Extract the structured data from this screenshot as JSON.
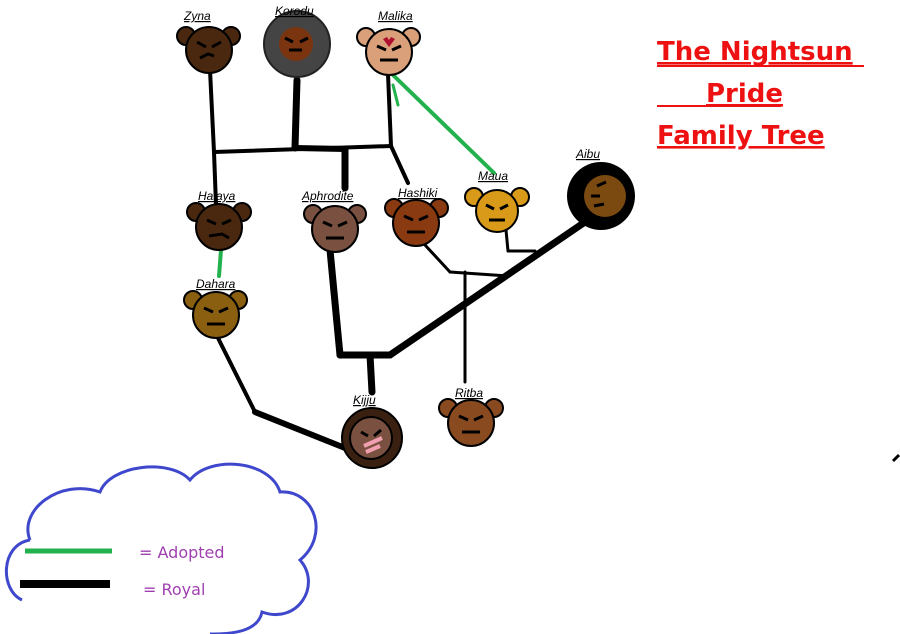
{
  "title": {
    "line1": "The Nightsun",
    "line2": "Pride",
    "line3": "Family Tree",
    "color": "#ee1111"
  },
  "members": {
    "zyna": {
      "name": "Zyna",
      "face_color": "#4a2810"
    },
    "korodu": {
      "name": "Korodu",
      "face_color": "#7a3510",
      "mane_color": "#444444"
    },
    "malika": {
      "name": "Malika",
      "face_color": "#d9a07a"
    },
    "halaya": {
      "name": "Halaya",
      "face_color": "#4a2810"
    },
    "aphrodite": {
      "name": "Aphrodite",
      "face_color": "#7a5040"
    },
    "hashiki": {
      "name": "Hashiki",
      "face_color": "#8a3a10"
    },
    "maua": {
      "name": "Maua",
      "face_color": "#d89a18"
    },
    "aibu": {
      "name": "Aibu",
      "face_color": "#7a4a10",
      "mane_color": "#000000"
    },
    "dahara": {
      "name": "Dahara",
      "face_color": "#8a6010"
    },
    "kijju": {
      "name": "Kijju",
      "face_color": "#7a5040",
      "mane_color": "#3a2010"
    },
    "ritba": {
      "name": "Ritba",
      "face_color": "#8a4a20"
    }
  },
  "legend": {
    "adopted_label": "= Adopted",
    "royal_label": "= Royal",
    "adopted_color": "#22b14c",
    "royal_color": "#000000",
    "cloud_color": "#3f48cc"
  }
}
